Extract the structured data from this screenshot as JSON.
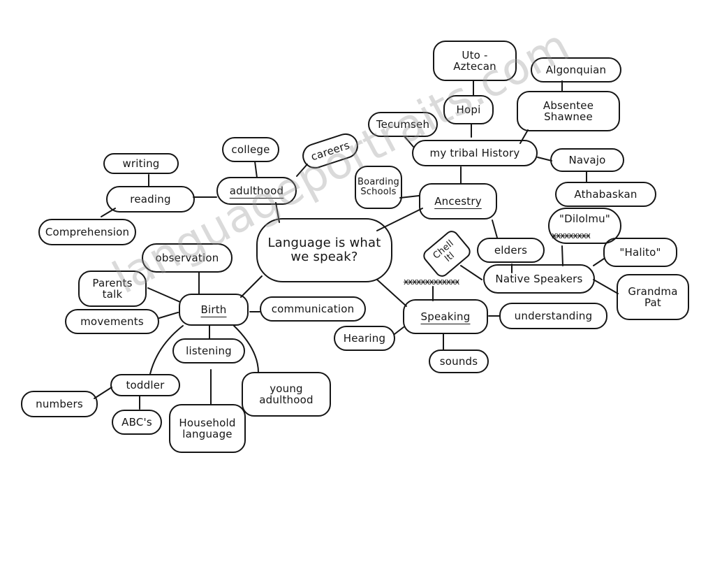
{
  "title": "Language is what we speak?",
  "watermark": "languageportraits.com",
  "colors": {
    "ink": "#151515",
    "paper": "#ffffff",
    "watermark": "#969696"
  },
  "nodes": {
    "center": "Language is what\nwe speak?",
    "adulthood": "adulthood",
    "college": "college",
    "careers": "careers",
    "reading": "reading",
    "writing": "writing",
    "comprehension": "Comprehension",
    "birth": "Birth",
    "observation": "observation",
    "parents_talk": "Parents\ntalk",
    "movements": "movements",
    "communication": "communication",
    "listening": "listening",
    "toddler": "toddler",
    "numbers": "numbers",
    "abcs": "ABC's",
    "household_language": "Household\nlanguage",
    "young_adulthood": "young\nadulthood",
    "ancestry": "Ancestry",
    "boarding_schools": "Boarding\nSchools",
    "my_tribal_history": "my tribal History",
    "tecumseh": "Tecumseh",
    "hopi": "Hopi",
    "uto_aztecan": "Uto -\nAztecan",
    "algonquian": "Algonquian",
    "absentee_shawnee": "Absentee\nShawnee",
    "navajo": "Navajo",
    "athabaskan": "Athabaskan",
    "chell_ltl": "Chell\nltl",
    "elders": "elders",
    "native_speakers": "Native Speakers",
    "dilolmu": "\"Dilolmu\"",
    "halito": "\"Halito\"",
    "grandma_pat": "Grandma\nPat",
    "speaking": "Speaking",
    "hearing": "Hearing",
    "sounds": "sounds",
    "understanding": "understanding"
  },
  "scribbles": {
    "crossed_out_1": "xxxxxxxxxxxxx",
    "crossed_out_2": "xxxxxxxxx"
  }
}
